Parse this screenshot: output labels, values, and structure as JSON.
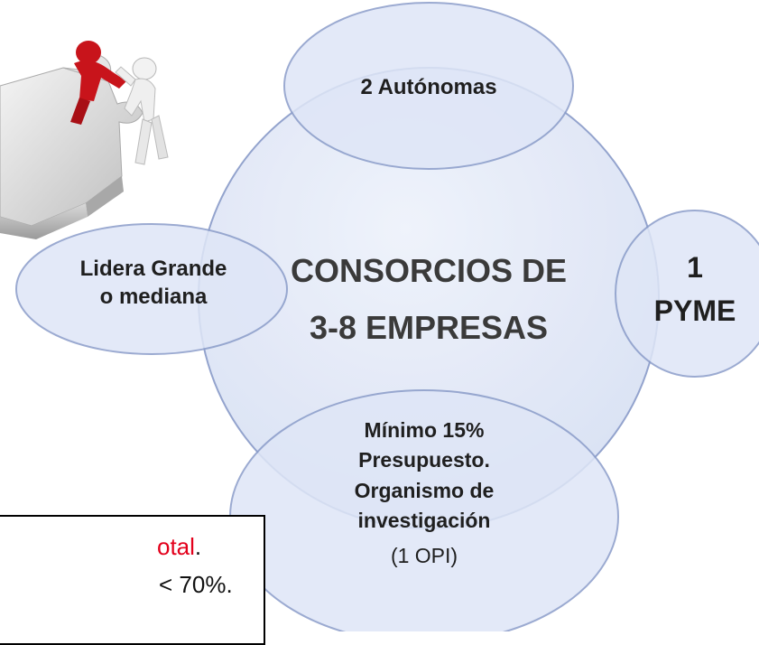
{
  "diagram": {
    "center": {
      "line1": "CONSORCIOS DE",
      "line2": "3-8 EMPRESAS"
    },
    "top": {
      "label": "2 Autónomas"
    },
    "left": {
      "line1": "Lidera Grande",
      "line2": "o mediana"
    },
    "right": {
      "line1": "1",
      "line2": "PYME"
    },
    "bottom": {
      "line1": "Mínimo 15%",
      "line2": "Presupuesto.",
      "line3": "Organismo de",
      "line4": "investigación",
      "line5": "(1 OPI)"
    }
  },
  "note": {
    "line1_text": "otal",
    "line1_suffix": ".",
    "line2_text": "< 70%."
  },
  "colors": {
    "circle_fill": "#dfe6f7",
    "circle_stroke": "#8a9cc9",
    "puzzle_red": "#c8141b",
    "note_red": "#e3001b"
  },
  "icons": [
    "puzzle-figures-illustration"
  ]
}
